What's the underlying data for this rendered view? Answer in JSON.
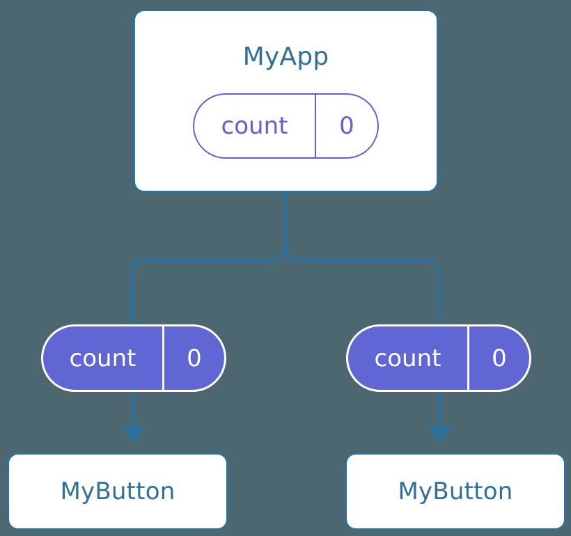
{
  "diagram": {
    "type": "component-state-tree",
    "background_color": "#4d6771",
    "accent_blue": "#2f7099",
    "accent_purple": "#6067d5",
    "root": {
      "name": "node-myapp",
      "title": "MyApp",
      "state_pill": {
        "key": "count",
        "value": "0",
        "style": "outline"
      }
    },
    "branches": [
      {
        "name": "branch-left",
        "state_pill": {
          "key": "count",
          "value": "0",
          "style": "filled"
        },
        "child": {
          "name": "node-mybutton-left",
          "title": "MyButton"
        }
      },
      {
        "name": "branch-right",
        "state_pill": {
          "key": "count",
          "value": "0",
          "style": "filled"
        },
        "child": {
          "name": "node-mybutton-right",
          "title": "MyButton"
        }
      }
    ]
  }
}
